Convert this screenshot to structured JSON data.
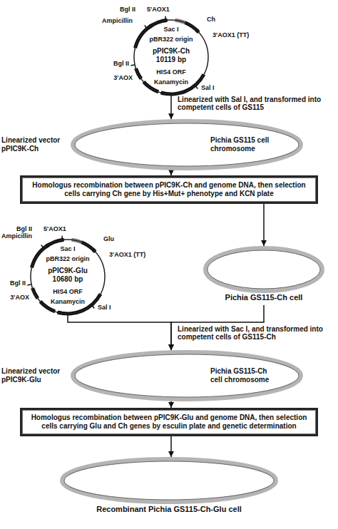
{
  "diagram": {
    "nodes": [
      {
        "text": [
          "pPIC9K-Ch",
          "10119 bp"
        ]
      },
      {
        "text": [
          "Linearized vector pPIC9K-Ch",
          "Pichia GS115 cell chromosome"
        ]
      },
      {
        "text": [
          "Homologus recombination between pPIC9K-Ch and genome DNA, then selection cells carrying Ch gene by His+Mut+ phenotype and KCN plate"
        ]
      },
      {
        "text": [
          "pPIC9K-Glu",
          "10680 bp"
        ]
      },
      {
        "text": [
          "Pichia GS115-Ch cell"
        ]
      },
      {
        "text": [
          "Linearized vector pPIC9K-Glu",
          "Pichia GS115-Ch cell chromosome"
        ]
      },
      {
        "text": [
          "Homologus recombination between pPIC9K-Glu and genome DNA, then selection cells carrying Glu and Ch genes by esculin plate and genetic determination"
        ]
      },
      {
        "text": [
          "Recombinant Pichia GS115-Ch-Glu cell"
        ]
      }
    ],
    "edges": [
      {
        "from": 0,
        "to": 1,
        "arrow": "to",
        "label": "Linearized with Sal I, and transformed into competent cells of GS115"
      },
      {
        "from": 1,
        "to": 2,
        "arrow": "to"
      },
      {
        "from": 2,
        "to": 4,
        "arrow": "to"
      },
      {
        "from": 3,
        "to": 5,
        "arrow": "to",
        "label": "Linearized with Sac I, and transformed into competent cells of GS115-Ch"
      },
      {
        "from": 4,
        "to": 5,
        "arrow": "to"
      },
      {
        "from": 5,
        "to": 6,
        "arrow": "to"
      },
      {
        "from": 6,
        "to": 7,
        "arrow": "to"
      }
    ],
    "labels": [
      "Bgl II",
      "5'AOX1",
      "Ampicillin",
      "Sac I",
      "Ch",
      "3'AOX1 (TT)",
      "pBR322 origin",
      "Bgl II",
      "3'AOX",
      "HIS4 ORF",
      "Sal I",
      "Kanamycin",
      "Bgl II",
      "5'AOX1",
      "Ampicillin",
      "Sac I",
      "Glu",
      "3'AOX1 (TT)",
      "pBR322 origin",
      "Bgl II",
      "3'AOX",
      "HIS4 ORF",
      "Sal I",
      "Kanamycin"
    ]
  }
}
